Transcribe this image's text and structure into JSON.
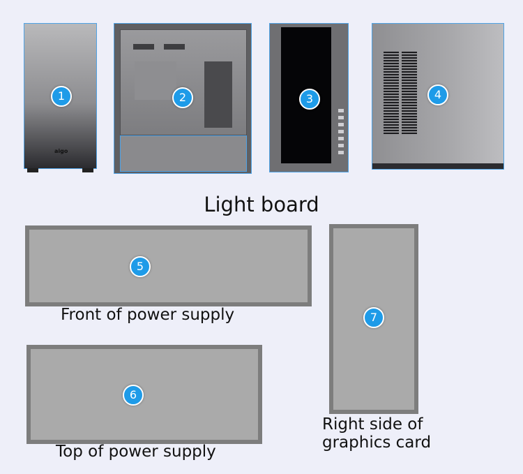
{
  "title": "Light board",
  "views": [
    {
      "number": "1"
    },
    {
      "number": "2"
    },
    {
      "number": "3"
    },
    {
      "number": "4"
    }
  ],
  "panels": [
    {
      "number": "5",
      "label": "Front of power supply"
    },
    {
      "number": "6",
      "label": "Top of power supply"
    },
    {
      "number": "7",
      "label_line1": "Right side of",
      "label_line2": "graphics card"
    }
  ],
  "case_logo": "aigo",
  "colors": {
    "background": "#eeeff9",
    "badge": "#1e9be8",
    "panel_fill": "#aaaaaa",
    "panel_border": "#7d7d7d",
    "outline": "#4fa3e6"
  }
}
